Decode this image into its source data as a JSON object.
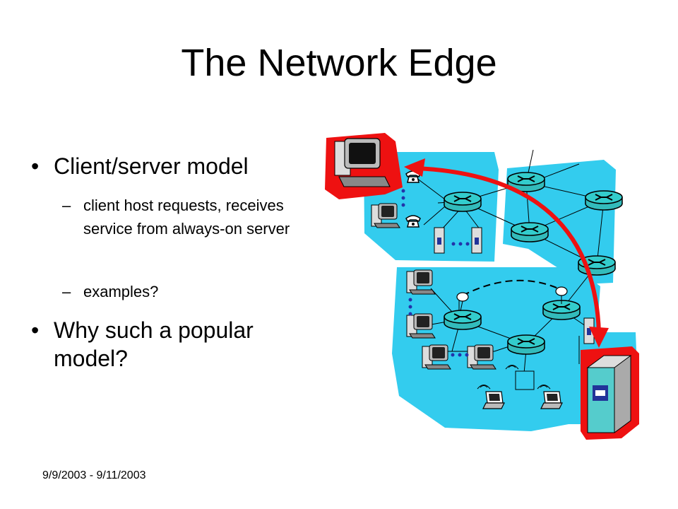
{
  "slide": {
    "title": "The Network Edge",
    "bullets": [
      {
        "marker": "•",
        "text": "Client/server model",
        "subs": [
          {
            "marker": "–",
            "text": "client host requests, receives service from always-on server"
          },
          {
            "marker": "–",
            "text": "examples?"
          }
        ]
      },
      {
        "marker": "•",
        "text": "Why such a popular model?",
        "subs": []
      }
    ],
    "footer": "9/9/2003 - 9/11/2003"
  },
  "diagram": {
    "highlighted_client": "client-host-icon",
    "highlighted_server": "server-icon",
    "arrow": "double-headed red arrow between client and server",
    "colors": {
      "cloud": "#33ccee",
      "highlight": "#ee1111",
      "router": "#33bbbb",
      "server": "#55cccc",
      "dots": "#2233aa"
    }
  }
}
